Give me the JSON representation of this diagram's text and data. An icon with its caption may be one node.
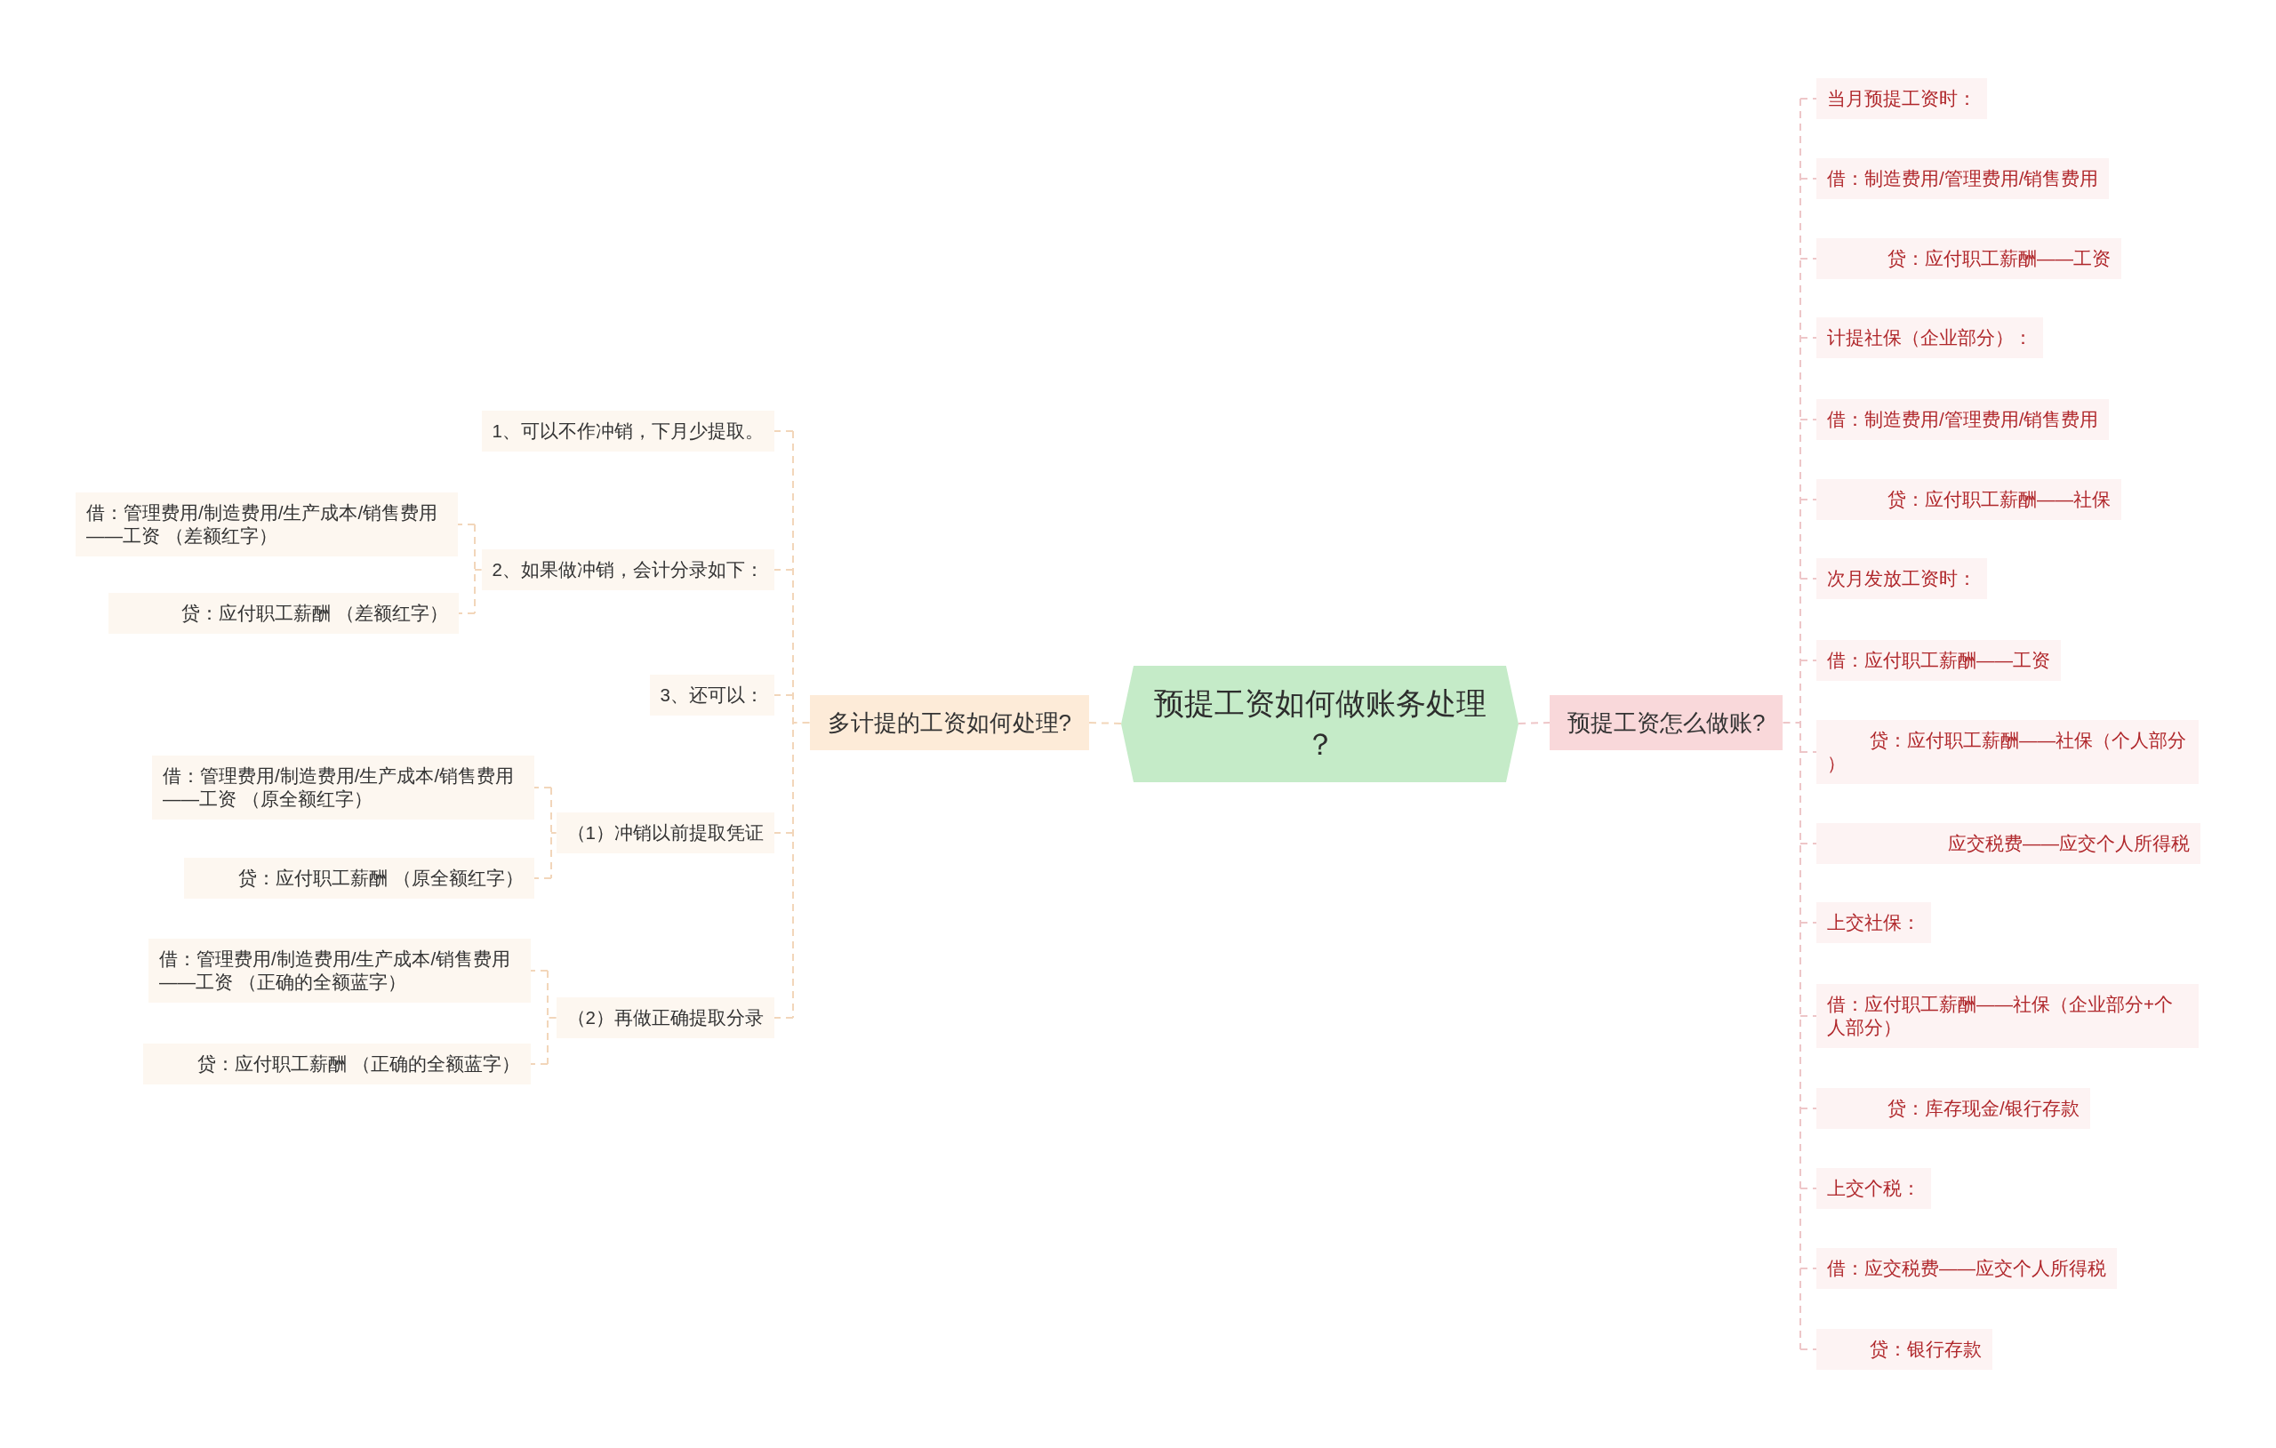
{
  "diagram": {
    "nodes": [
      {
        "text": [
          "预提工资如何做账务处理？"
        ]
      },
      {
        "text": [
          "多计提的工资如何处理?"
        ]
      },
      {
        "text": [
          "1、可以不作冲销，下月少提取。"
        ]
      },
      {
        "text": [
          "2、如果做冲销，会计分录如下："
        ]
      },
      {
        "text": [
          "借：管理费用/制造费用/生产成本/销售费用——工资 （差额红字）"
        ]
      },
      {
        "text": [
          "贷：应付职工薪酬 （差额红字）"
        ]
      },
      {
        "text": [
          "3、还可以："
        ]
      },
      {
        "text": [
          "（1）冲销以前提取凭证"
        ]
      },
      {
        "text": [
          "借：管理费用/制造费用/生产成本/销售费用——工资 （原全额红字）"
        ]
      },
      {
        "text": [
          "贷：应付职工薪酬 （原全额红字）"
        ]
      },
      {
        "text": [
          "（2）再做正确提取分录"
        ]
      },
      {
        "text": [
          "借：管理费用/制造费用/生产成本/销售费用——工资 （正确的全额蓝字）"
        ]
      },
      {
        "text": [
          "贷：应付职工薪酬 （正确的全额蓝字）"
        ]
      },
      {
        "text": [
          "预提工资怎么做账?"
        ]
      },
      {
        "text": [
          "当月预提工资时："
        ]
      },
      {
        "text": [
          "借：制造费用/管理费用/销售费用"
        ]
      },
      {
        "text": [
          "贷：应付职工薪酬——工资"
        ]
      },
      {
        "text": [
          "计提社保（企业部分）："
        ]
      },
      {
        "text": [
          "借：制造费用/管理费用/销售费用"
        ]
      },
      {
        "text": [
          "贷：应付职工薪酬——社保"
        ]
      },
      {
        "text": [
          "次月发放工资时："
        ]
      },
      {
        "text": [
          "借：应付职工薪酬——工资"
        ]
      },
      {
        "text": [
          "贷：应付职工薪酬——社保（个人部分）"
        ]
      },
      {
        "text": [
          "应交税费——应交个人所得税"
        ]
      },
      {
        "text": [
          "上交社保："
        ]
      },
      {
        "text": [
          "借：应付职工薪酬——社保（企业部分+个人部分）"
        ]
      },
      {
        "text": [
          "贷：库存现金/银行存款"
        ]
      },
      {
        "text": [
          "上交个税："
        ]
      },
      {
        "text": [
          "借：应交税费——应交个人所得税"
        ]
      },
      {
        "text": [
          "贷：银行存款"
        ]
      }
    ],
    "edges": [
      {
        "from": 0,
        "to": 1,
        "arrow": "none",
        "style": "dashed",
        "color": "#f2d6ba"
      },
      {
        "from": 1,
        "to": 2,
        "arrow": "none",
        "style": "dashed",
        "color": "#f2d6ba"
      },
      {
        "from": 1,
        "to": 3,
        "arrow": "none",
        "style": "dashed",
        "color": "#f2d6ba"
      },
      {
        "from": 3,
        "to": 4,
        "arrow": "none",
        "style": "dashed",
        "color": "#f2d6ba"
      },
      {
        "from": 3,
        "to": 5,
        "arrow": "none",
        "style": "dashed",
        "color": "#f2d6ba"
      },
      {
        "from": 1,
        "to": 6,
        "arrow": "none",
        "style": "dashed",
        "color": "#f2d6ba"
      },
      {
        "from": 1,
        "to": 7,
        "arrow": "none",
        "style": "dashed",
        "color": "#f2d6ba"
      },
      {
        "from": 7,
        "to": 8,
        "arrow": "none",
        "style": "dashed",
        "color": "#f2d6ba"
      },
      {
        "from": 7,
        "to": 9,
        "arrow": "none",
        "style": "dashed",
        "color": "#f2d6ba"
      },
      {
        "from": 1,
        "to": 10,
        "arrow": "none",
        "style": "dashed",
        "color": "#f2d6ba"
      },
      {
        "from": 10,
        "to": 11,
        "arrow": "none",
        "style": "dashed",
        "color": "#f2d6ba"
      },
      {
        "from": 10,
        "to": 12,
        "arrow": "none",
        "style": "dashed",
        "color": "#f2d6ba"
      },
      {
        "from": 0,
        "to": 13,
        "arrow": "none",
        "style": "dashed"
      },
      {
        "from": 13,
        "to": 14,
        "arrow": "none",
        "style": "dashed"
      },
      {
        "from": 13,
        "to": 15,
        "arrow": "none",
        "style": "dashed"
      },
      {
        "from": 13,
        "to": 16,
        "arrow": "none",
        "style": "dashed"
      },
      {
        "from": 13,
        "to": 17,
        "arrow": "none",
        "style": "dashed"
      },
      {
        "from": 13,
        "to": 18,
        "arrow": "none",
        "style": "dashed"
      },
      {
        "from": 13,
        "to": 19,
        "arrow": "none",
        "style": "dashed"
      },
      {
        "from": 13,
        "to": 20,
        "arrow": "none",
        "style": "dashed"
      },
      {
        "from": 13,
        "to": 21,
        "arrow": "none",
        "style": "dashed"
      },
      {
        "from": 13,
        "to": 22,
        "arrow": "none",
        "style": "dashed"
      },
      {
        "from": 13,
        "to": 23,
        "arrow": "none",
        "style": "dashed"
      },
      {
        "from": 13,
        "to": 24,
        "arrow": "none",
        "style": "dashed"
      },
      {
        "from": 13,
        "to": 25,
        "arrow": "none",
        "style": "dashed"
      },
      {
        "from": 13,
        "to": 26,
        "arrow": "none",
        "style": "dashed"
      },
      {
        "from": 13,
        "to": 27,
        "arrow": "none",
        "style": "dashed"
      },
      {
        "from": 13,
        "to": 28,
        "arrow": "none",
        "style": "dashed"
      },
      {
        "from": 13,
        "to": 29,
        "arrow": "none",
        "style": "dashed"
      }
    ]
  }
}
